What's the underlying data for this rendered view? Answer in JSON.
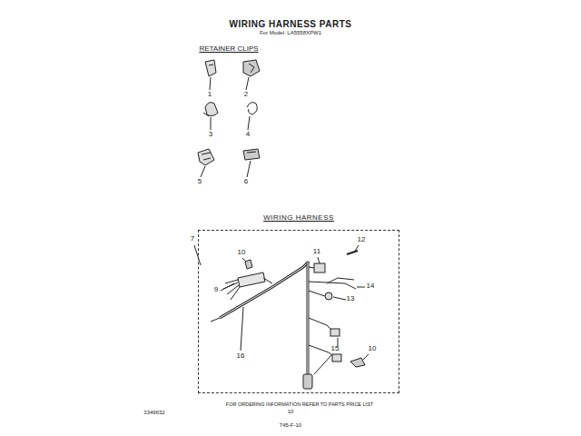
{
  "diagram": {
    "title": "WIRING HARNESS PARTS",
    "nodes": [
      {
        "text": [
          "WIRING HARNESS"
        ]
      }
    ],
    "labels": [
      "For Model: LA5558XPW1",
      "RETAINER CLIPS",
      "1",
      "2",
      "3",
      "4",
      "5",
      "6",
      "7",
      "10",
      "11",
      "12",
      "9",
      "13",
      "14",
      "16",
      "15",
      "10",
      "FOR ORDERING INFORMATION REFER TO PARTS PRICE LIST",
      "3349632",
      "10",
      "745-F-10"
    ]
  }
}
